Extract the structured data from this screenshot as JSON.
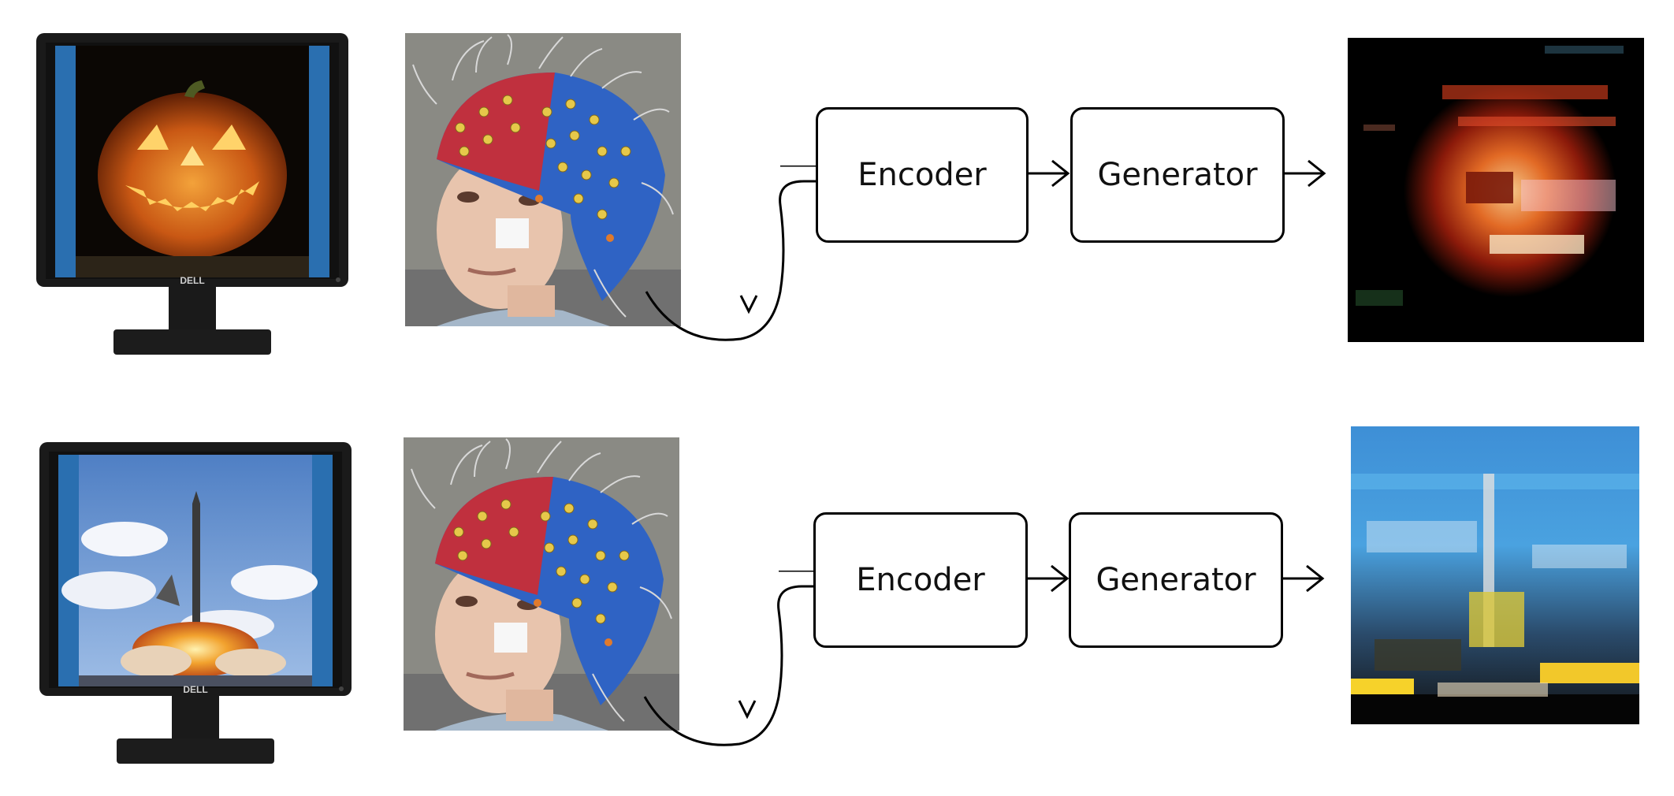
{
  "rows": [
    {
      "stimulus": "jack-o-lantern",
      "monitor_brand": "DELL",
      "encoder_label": "Encoder",
      "generator_label": "Generator",
      "reconstruction": "reconstructed jack-o-lantern"
    },
    {
      "stimulus": "rocket launch",
      "monitor_brand": "DELL",
      "encoder_label": "Encoder",
      "generator_label": "Generator",
      "reconstruction": "reconstructed rocket launch"
    }
  ],
  "icons": [
    "monitor-icon",
    "eeg-cap-photo",
    "arrow-icon",
    "wire-icon"
  ],
  "colors": {
    "cap_red": "#c0303e",
    "cap_blue": "#2f63c4",
    "pumpkin": "#d8641c",
    "sky": "#6f99d6",
    "fire": "#f2a22e"
  }
}
